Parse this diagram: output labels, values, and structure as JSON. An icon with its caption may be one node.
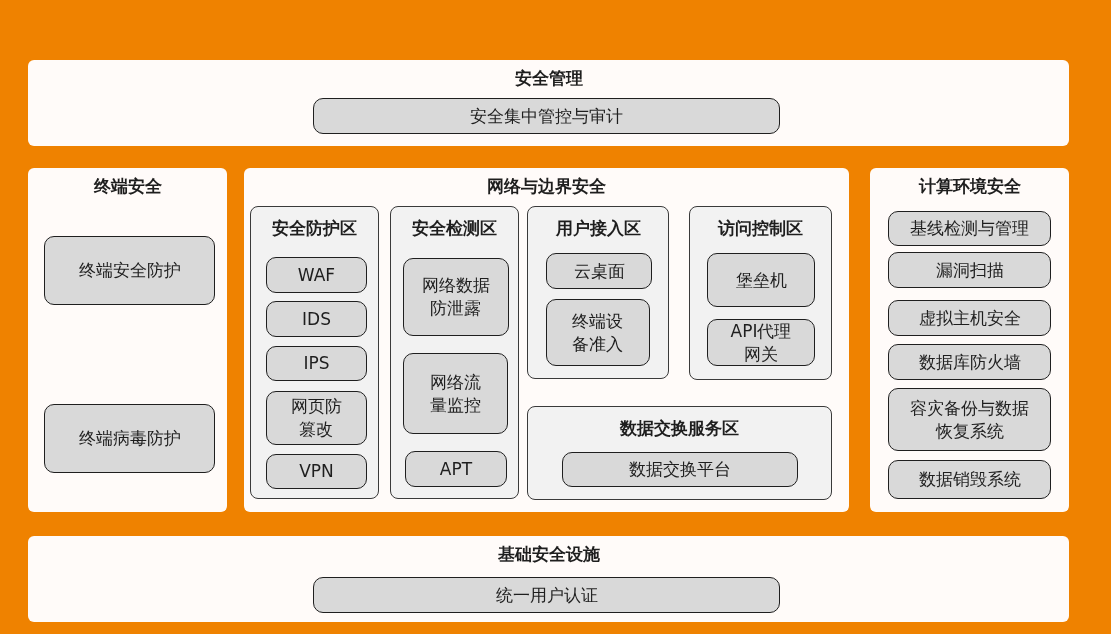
{
  "diagram": {
    "nodes": [
      {
        "text": [
          "安全管理"
        ]
      },
      {
        "text": [
          "安全集中管控与审计"
        ],
        "in": 0
      },
      {
        "text": [
          "终端安全"
        ]
      },
      {
        "text": [
          "终端安全防护"
        ],
        "in": 2
      },
      {
        "text": [
          "终端病毒防护"
        ],
        "in": 2
      },
      {
        "text": [
          "网络与边界安全"
        ]
      },
      {
        "text": [
          "安全防护区"
        ],
        "in": 5
      },
      {
        "text": [
          "WAF"
        ],
        "in": 6
      },
      {
        "text": [
          "IDS"
        ],
        "in": 6
      },
      {
        "text": [
          "IPS"
        ],
        "in": 6
      },
      {
        "text": [
          "网页防篡改"
        ],
        "in": 6
      },
      {
        "text": [
          "VPN"
        ],
        "in": 6
      },
      {
        "text": [
          "安全检测区"
        ],
        "in": 5
      },
      {
        "text": [
          "网络数据防泄露"
        ],
        "in": 12
      },
      {
        "text": [
          "网络流量监控"
        ],
        "in": 12
      },
      {
        "text": [
          "APT"
        ],
        "in": 12
      },
      {
        "text": [
          "用户接入区"
        ],
        "in": 5
      },
      {
        "text": [
          "云桌面"
        ],
        "in": 16
      },
      {
        "text": [
          "终端设备准入"
        ],
        "in": 16
      },
      {
        "text": [
          "访问控制区"
        ],
        "in": 5
      },
      {
        "text": [
          "堡垒机"
        ],
        "in": 19
      },
      {
        "text": [
          "API代理网关"
        ],
        "in": 19
      },
      {
        "text": [
          "数据交换服务区"
        ],
        "in": 5
      },
      {
        "text": [
          "数据交换平台"
        ],
        "in": 22
      },
      {
        "text": [
          "计算环境安全"
        ]
      },
      {
        "text": [
          "基线检测与管理"
        ],
        "in": 24
      },
      {
        "text": [
          "漏洞扫描"
        ],
        "in": 24
      },
      {
        "text": [
          "虚拟主机安全"
        ],
        "in": 24
      },
      {
        "text": [
          "数据库防火墙"
        ],
        "in": 24
      },
      {
        "text": [
          "容灾备份与数据恢复系统"
        ],
        "in": 24
      },
      {
        "text": [
          "数据销毁系统"
        ],
        "in": 24
      },
      {
        "text": [
          "基础安全设施"
        ]
      },
      {
        "text": [
          "统一用户认证"
        ],
        "in": 31
      }
    ]
  }
}
